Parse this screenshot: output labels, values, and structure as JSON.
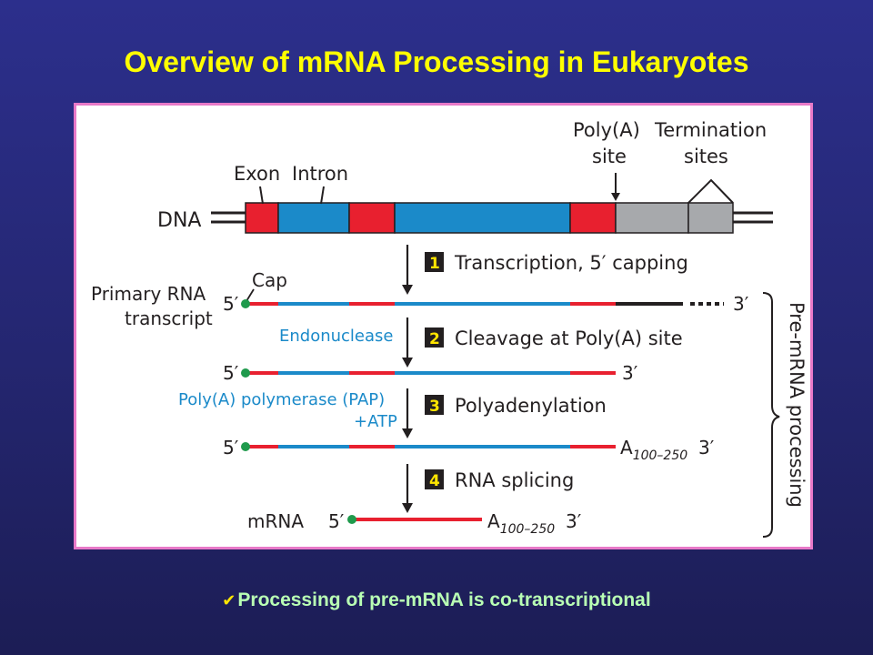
{
  "slide": {
    "title": "Overview of mRNA Processing in Eukaryotes",
    "bottom_note": "Processing of pre-mRNA is co-transcriptional",
    "bottom_note_icon": "checkmark-icon"
  },
  "colors": {
    "background": "#2a2c86",
    "title": "#ffff00",
    "frame_border": "#e879c8",
    "exon": "#e8202f",
    "intron": "#1b8ac9",
    "termination_region": "#a7a9ac",
    "cap": "#1f9a4c",
    "note": "#b9ffb4"
  },
  "diagram": {
    "dna": {
      "label": "DNA",
      "exon_label": "Exon",
      "intron_label": "Intron",
      "polya_label_line1": "Poly(A)",
      "polya_label_line2": "site",
      "termination_label_line1": "Termination",
      "termination_label_line2": "sites"
    },
    "steps": [
      {
        "number": "1",
        "label": "Transcription, 5′ capping"
      },
      {
        "number": "2",
        "label": "Cleavage at Poly(A) site"
      },
      {
        "number": "3",
        "label": "Polyadenylation"
      },
      {
        "number": "4",
        "label": "RNA splicing"
      }
    ],
    "primary_transcript": {
      "label_line1": "Primary RNA",
      "label_line2": "transcript",
      "cap_label": "Cap",
      "five_prime": "5′",
      "three_prime": "3′"
    },
    "cleaved": {
      "enzyme": "Endonuclease",
      "five_prime": "5′",
      "three_prime": "3′"
    },
    "polyadenylated": {
      "enzyme_line1": "Poly(A) polymerase (PAP)",
      "enzyme_line2": "+ATP",
      "five_prime": "5′",
      "tail": "A",
      "tail_subscript": "100–250",
      "three_prime": "3′"
    },
    "mrna": {
      "label": "mRNA",
      "five_prime": "5′",
      "tail": "A",
      "tail_subscript": "100–250",
      "three_prime": "3′"
    },
    "bracket_label": "Pre-mRNA processing"
  }
}
